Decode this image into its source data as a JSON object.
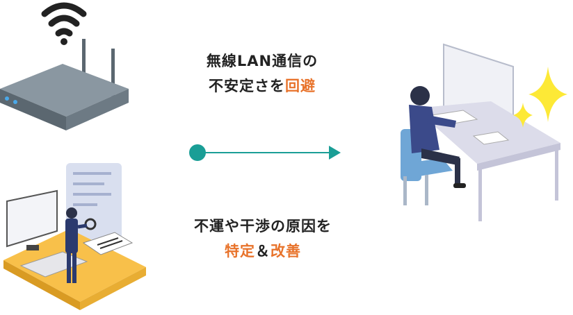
{
  "caption_top": {
    "line1": "無線LAN通信の",
    "line2_prefix": "不安定さを",
    "line2_accent": "回避"
  },
  "caption_bottom": {
    "line1": "不運や干渉の原因を",
    "line2_accent1": "特定",
    "line2_sep": "＆",
    "line2_accent2": "改善"
  },
  "colors": {
    "accent": "#e8732b",
    "arrow": "#1a9e96",
    "router_top": "#7c8994",
    "router_side": "#5b6770",
    "desk": "#dcdcea",
    "platform": "#f8c04a",
    "sparkle": "#fde936"
  },
  "icons": [
    "wifi-icon",
    "router-illustration",
    "arrow-icon",
    "analyst-illustration",
    "office-worker-illustration",
    "sparkle-icon"
  ]
}
